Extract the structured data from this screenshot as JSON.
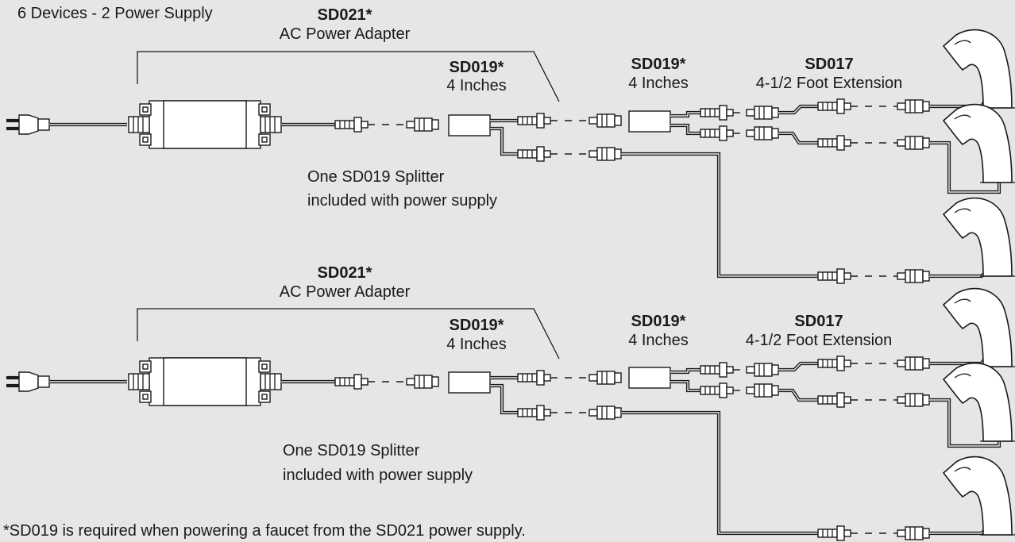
{
  "header": {
    "title": "6 Devices - 2 Power Supply"
  },
  "groups": [
    {
      "adapter": {
        "code": "SD021*",
        "desc": "AC Power Adapter"
      },
      "splitter1": {
        "code": "SD019*",
        "desc": "4 Inches"
      },
      "splitter2": {
        "code": "SD019*",
        "desc": "4 Inches"
      },
      "extension": {
        "code": "SD017",
        "desc": "4-1/2 Foot Extension"
      },
      "note": [
        "One SD019 Splitter",
        "included with power supply"
      ]
    },
    {
      "adapter": {
        "code": "SD021*",
        "desc": "AC Power Adapter"
      },
      "splitter1": {
        "code": "SD019*",
        "desc": "4 Inches"
      },
      "splitter2": {
        "code": "SD019*",
        "desc": "4 Inches"
      },
      "extension": {
        "code": "SD017",
        "desc": "4-1/2 Foot Extension"
      },
      "note": [
        "One SD019 Splitter",
        "included with power supply"
      ]
    }
  ],
  "footnote": "*SD019 is required when powering a faucet from the SD021 power supply.",
  "colors": {
    "background": "#e6e6e6",
    "line": "#1a1a1a",
    "part_fill": "#ffffff"
  },
  "icons": [
    "plug-icon",
    "power-adapter-icon",
    "splitter-icon",
    "connector-icon",
    "faucet-icon"
  ]
}
